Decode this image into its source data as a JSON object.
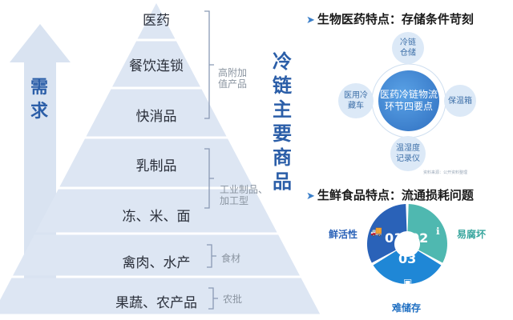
{
  "pyramid": {
    "levels": [
      "医药",
      "餐饮连锁",
      "快消品",
      "乳制品",
      "冻、米、面",
      "禽肉、水产",
      "果蔬、农产品"
    ],
    "brackets": [
      {
        "lines": [
          "高附加",
          "值产品"
        ]
      },
      {
        "lines": [
          "工业制品、",
          "加工型"
        ]
      },
      {
        "lines": [
          "食材"
        ]
      },
      {
        "lines": [
          "农批"
        ]
      }
    ],
    "demand_label": [
      "需",
      "求"
    ],
    "side_title": [
      "冷",
      "链",
      "主",
      "要",
      "商",
      "品"
    ]
  },
  "pharma": {
    "heading": "生物医药特点：存储条件苛刻",
    "center": [
      "医药冷链物流",
      "环节四要点"
    ],
    "nodes": [
      {
        "lines": [
          "冷链",
          "仓储"
        ]
      },
      {
        "lines": [
          "保温箱"
        ]
      },
      {
        "lines": [
          "温湿度",
          "记录仪"
        ]
      },
      {
        "lines": [
          "医用冷",
          "藏车"
        ]
      }
    ],
    "caption": "资料来源：公开资料整理"
  },
  "fresh": {
    "heading": "生鲜食品特点：流通损耗问题",
    "segments": [
      {
        "num": "01",
        "label": "鲜活性",
        "color": "#2a62b8"
      },
      {
        "num": "02",
        "label": "易腐坏",
        "color": "#4fb8b0"
      },
      {
        "num": "03",
        "label": "难储存",
        "color": "#1f87d6"
      }
    ],
    "label_colors": {
      "01": "#2a62b8",
      "02": "#3aa79f",
      "03": "#1f6fc2"
    }
  },
  "colors": {
    "accent": "#2b5ea8",
    "pyramid_fill": "#dde6f3"
  }
}
